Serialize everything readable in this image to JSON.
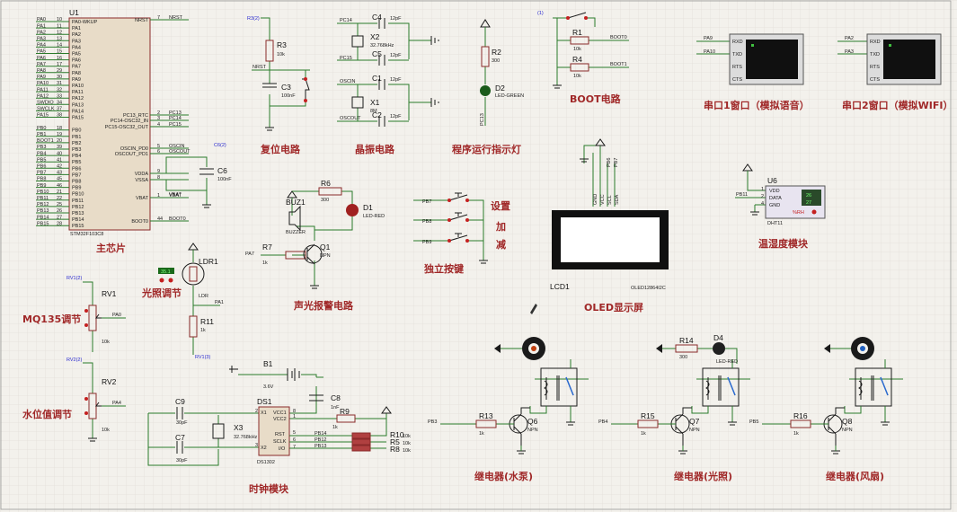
{
  "sections": {
    "mcu": "主芯片",
    "reset": "复位电路",
    "crystal": "晶振电路",
    "run_led": "程序运行指示灯",
    "boot": "BOOT电路",
    "uart1": "串口1窗口（模拟语音）",
    "uart2": "串口2窗口（模拟WIFI）",
    "light": "光照调节",
    "buzzer": "声光报警电路",
    "keys": "独立按键",
    "oled": "OLED显示屏",
    "temp": "温湿度模块",
    "mq135": "MQ135调节",
    "water": "水位值调节",
    "clock": "时钟模块",
    "relay1": "继电器(水泵)",
    "relay2": "继电器(光照)",
    "relay3": "继电器(风扇)"
  },
  "keys": {
    "set": "设置",
    "plus": "加",
    "minus": "减"
  },
  "mcu": {
    "ref": "U1",
    "part": "STM32F103C8",
    "left_pins": [
      "PA0",
      "PA1",
      "PA2",
      "PA3",
      "PA4",
      "PA5",
      "PA6",
      "PA7",
      "PA8",
      "PA9",
      "PA10",
      "PA11",
      "PA12",
      "SWDIO",
      "SWCLK",
      "PA15",
      "",
      "PB0",
      "PB1",
      "BOOT1",
      "PB3",
      "PB4",
      "PB5",
      "PB6",
      "PB7",
      "PB8",
      "PB9",
      "PB10",
      "PB11",
      "PB12",
      "PB13",
      "PB14",
      "PB15"
    ],
    "left_inner": [
      "PA0-WKUP",
      "PA1",
      "PA2",
      "PA3",
      "PA4",
      "PA5",
      "PA6",
      "PA7",
      "PA8",
      "PA9",
      "PA10",
      "PA11",
      "PA12",
      "PA13",
      "PA14",
      "PA15",
      "",
      "PB0",
      "PB1",
      "PB2",
      "PB3",
      "PB4",
      "PB5",
      "PB6",
      "PB7",
      "PB8",
      "PB9",
      "PB10",
      "PB11",
      "PB12",
      "PB13",
      "PB14",
      "PB15"
    ],
    "left_nums": [
      "10",
      "11",
      "12",
      "13",
      "14",
      "15",
      "16",
      "17",
      "29",
      "30",
      "31",
      "32",
      "33",
      "34",
      "37",
      "38",
      "",
      "18",
      "19",
      "20",
      "39",
      "40",
      "41",
      "42",
      "43",
      "45",
      "46",
      "21",
      "22",
      "25",
      "26",
      "27",
      "28"
    ],
    "right": [
      {
        "name": "NRST",
        "num": "7",
        "net": "NRST"
      },
      {
        "name": "PC13_RTC",
        "num": "2",
        "net": "PC13"
      },
      {
        "name": "PC14-OSC32_IN",
        "num": "3",
        "net": "PC14"
      },
      {
        "name": "PC15-OSC32_OUT",
        "num": "4",
        "net": "PC15"
      },
      {
        "name": "OSCIN_PD0",
        "num": "5",
        "net": "OSCIN"
      },
      {
        "name": "OSCOUT_PD1",
        "num": "6",
        "net": "OSCOUT"
      },
      {
        "name": "VDDA",
        "num": "9",
        "net": ""
      },
      {
        "name": "VSSA",
        "num": "8",
        "net": ""
      },
      {
        "name": "VBAT",
        "num": "1",
        "net": "VBAT"
      },
      {
        "name": "BOOT0",
        "num": "44",
        "net": "BOOT0"
      }
    ]
  },
  "components": {
    "r3": {
      "ref": "R3",
      "val": "10k"
    },
    "c3": {
      "ref": "C3",
      "val": "100nF"
    },
    "r3_net": "R3(2)",
    "nrst": "NRST",
    "c4": {
      "ref": "C4",
      "val": "12pF"
    },
    "c5": {
      "ref": "C5",
      "val": "12pF"
    },
    "x2": {
      "ref": "X2",
      "val": "32.768kHz"
    },
    "c1": {
      "ref": "C1",
      "val": "12pF"
    },
    "c2": {
      "ref": "C2",
      "val": "12pF"
    },
    "x1": {
      "ref": "X1",
      "val": "8M"
    },
    "pc14": "PC14",
    "pc15": "PC15",
    "oscin": "OSCIN",
    "oscout": "OSCOUT",
    "r2": {
      "ref": "R2",
      "val": "300"
    },
    "d2": {
      "ref": "D2",
      "val": "LED-GREEN"
    },
    "pc13": "PC13",
    "r1": {
      "ref": "R1",
      "val": "10k"
    },
    "r4": {
      "ref": "R4",
      "val": "10k"
    },
    "boot0": "BOOT0",
    "boot1": "BOOT1",
    "boot_net": "(1)",
    "u1_pins": [
      "RXD",
      "TXD",
      "RTS",
      "CTS"
    ],
    "uart1_nets": [
      "PA9",
      "PA10"
    ],
    "uart2_nets": [
      "PA2",
      "PA3"
    ],
    "c6": {
      "ref": "C6",
      "val": "100nF"
    },
    "c6_net": "C6(2)",
    "vbat": "VBAT",
    "lcd": {
      "ref": "LCD1",
      "part": "OLED12864I2C",
      "pins": [
        "GND",
        "VCC",
        "SCL",
        "SDA"
      ],
      "pin_nums": [
        "1",
        "2",
        "3",
        "4"
      ],
      "nets": [
        "PB6",
        "PB7"
      ]
    },
    "u6": {
      "ref": "U6",
      "part": "DHT11",
      "pins": [
        "VDD",
        "DATA",
        "GND"
      ],
      "nums": [
        "1",
        "2",
        "4"
      ],
      "net": "PB11",
      "readout": [
        "26",
        "27"
      ],
      "rh": "%RH"
    },
    "r6": {
      "ref": "R6",
      "val": "300"
    },
    "d1": {
      "ref": "D1",
      "val": "LED-RED"
    },
    "buz": {
      "ref": "BUZ1",
      "val": "BUZZER"
    },
    "r7": {
      "ref": "R7",
      "val": "1k"
    },
    "q1": {
      "ref": "Q1",
      "val": "NPN"
    },
    "pa7": "PA7",
    "key_nets": [
      "PB7",
      "PB8",
      "PB9"
    ],
    "ldr": {
      "ref": "LDR1",
      "val": "LDR",
      "display": "35.1"
    },
    "r11": {
      "ref": "R11",
      "val": "1k"
    },
    "pa1": "PA1",
    "rv1": {
      "ref": "RV1",
      "val": "10k",
      "net": "PA0",
      "tag": "RV1(2)"
    },
    "rv2": {
      "ref": "RV2",
      "val": "10k",
      "net": "PA4",
      "tag": "RV2(2)"
    },
    "rv_low": "RV1(3)",
    "b1": {
      "ref": "B1",
      "val": "3.6V"
    },
    "c8": {
      "ref": "C8",
      "val": "1nF"
    },
    "r9": {
      "ref": "R9",
      "val": "1k"
    },
    "c9": {
      "ref": "C9",
      "val": "30pF"
    },
    "c7": {
      "ref": "C7",
      "val": "30pF"
    },
    "x3": {
      "ref": "X3",
      "val": "32.768kHz"
    },
    "ds1": {
      "ref": "DS1",
      "part": "DS1302",
      "pins_l": [
        "X1",
        "X2"
      ],
      "pins_r": [
        "VCC1",
        "VCC2",
        "RST",
        "SCLK",
        "I/O"
      ],
      "nums_l": [
        "2",
        "3"
      ],
      "nums_r": [
        "8",
        "1",
        "5",
        "6",
        "7"
      ]
    },
    "ds_nets": [
      "PB14",
      "PB12",
      "PB13"
    ],
    "r10": {
      "ref": "R10",
      "val": "10k"
    },
    "r5": {
      "ref": "R5",
      "val": "10k"
    },
    "r8": {
      "ref": "R8",
      "val": "10k"
    },
    "r13": {
      "ref": "R13",
      "val": "1k"
    },
    "q6": {
      "ref": "Q6",
      "val": "NPN"
    },
    "pb3": "PB3",
    "r15": {
      "ref": "R15",
      "val": "1k"
    },
    "q7": {
      "ref": "Q7",
      "val": "NPN"
    },
    "pb4": "PB4",
    "r16": {
      "ref": "R16",
      "val": "1k"
    },
    "q8": {
      "ref": "Q8",
      "val": "NPN"
    },
    "pb5": "PB5",
    "r14": {
      "ref": "R14",
      "val": "300"
    },
    "d4": {
      "ref": "D4",
      "val": "LED-RED"
    }
  },
  "colors": {
    "section": "#a02828",
    "wire": "#2a7a2a",
    "part": "#8a2a2a",
    "bg": "#f3f1ec"
  }
}
